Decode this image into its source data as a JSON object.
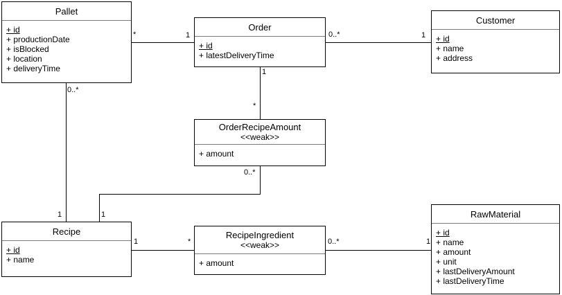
{
  "diagram_type": "uml-class-diagram",
  "classes": {
    "pallet": {
      "name": "Pallet",
      "attributes": [
        "+ id",
        "+ productionDate",
        "+ isBlocked",
        "+ location",
        "+ deliveryTime"
      ]
    },
    "order": {
      "name": "Order",
      "attributes": [
        "+ id",
        "+ latestDeliveryTime"
      ]
    },
    "customer": {
      "name": "Customer",
      "attributes": [
        "+ id",
        "+ name",
        "+ address"
      ]
    },
    "order_recipe_amount": {
      "name": "OrderRecipeAmount",
      "stereotype": "<<weak>>",
      "attributes": [
        "+ amount"
      ]
    },
    "recipe": {
      "name": "Recipe",
      "attributes": [
        "+ id",
        "+ name"
      ]
    },
    "recipe_ingredient": {
      "name": "RecipeIngredient",
      "stereotype": "<<weak>>",
      "attributes": [
        "+ amount"
      ]
    },
    "raw_material": {
      "name": "RawMaterial",
      "attributes": [
        "+ id",
        "+ name",
        "+ amount",
        "+ unit",
        "+ lastDeliveryAmount",
        "+ lastDeliveryTime"
      ]
    }
  },
  "multiplicities": {
    "pallet_order": {
      "pallet_end": "*",
      "order_end": "1"
    },
    "order_customer": {
      "order_end": "0..*",
      "customer_end": "1"
    },
    "order_orderrecipeamount": {
      "order_end": "1",
      "orderrecipeamount_end": "*"
    },
    "orderrecipeamount_recipe": {
      "orderrecipeamount_end": "0..*",
      "recipe_end": "1"
    },
    "pallet_recipe": {
      "pallet_end": "0..*",
      "recipe_end": "1"
    },
    "recipe_recipeingredient": {
      "recipe_end": "1",
      "recipeingredient_end": "*"
    },
    "recipeingredient_rawmaterial": {
      "recipeingredient_end": "0..*",
      "rawmaterial_end": "1"
    }
  },
  "colors": {
    "background": "#ffffff",
    "box_fill": "#ffffff",
    "box_border": "#000000",
    "title_separator": "#7a7a7a",
    "association_line": "#000000",
    "text": "#000000"
  }
}
